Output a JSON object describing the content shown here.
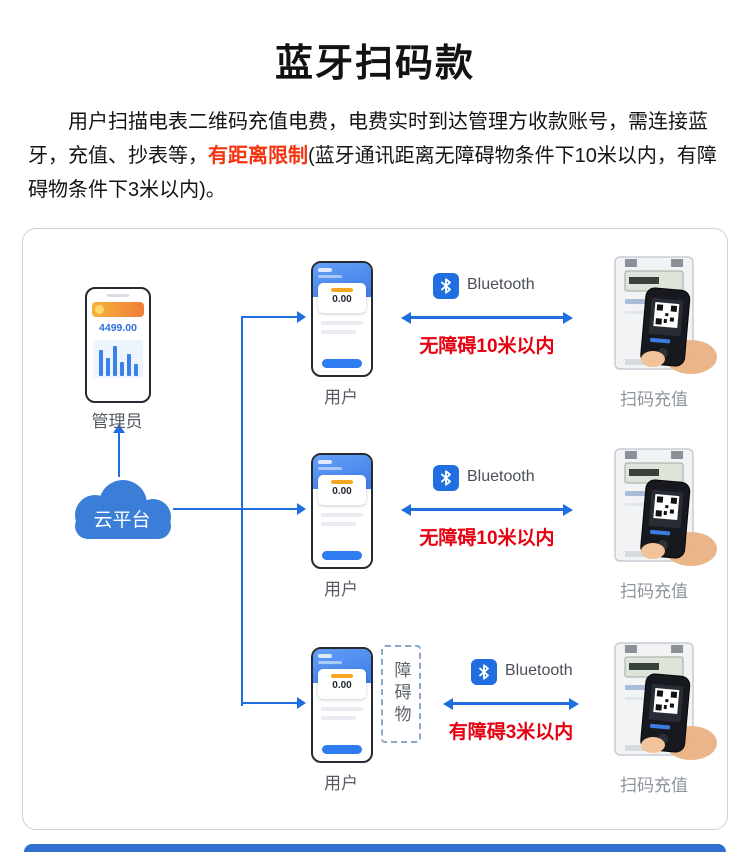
{
  "title": "蓝牙扫码款",
  "intro": {
    "part1": "用户扫描电表二维码充值电费，电费实时到达管理方收款账号，需连接蓝牙，充值、抄表等，",
    "highlight": "有距离限制",
    "part2": "(蓝牙通讯距离无障碍物条件下10米以内，有障碍物条件下3米以内)。"
  },
  "diagram": {
    "admin_label": "管理员",
    "cloud_label": "云平台",
    "admin_phone": {
      "balance": "4499.00"
    },
    "user_phone": {
      "balance": "0.00"
    },
    "rows": [
      {
        "user_label": "用户",
        "bluetooth_label": "Bluetooth",
        "distance_label": "无障碍10米以内",
        "device_label": "扫码充值"
      },
      {
        "user_label": "用户",
        "bluetooth_label": "Bluetooth",
        "distance_label": "无障碍10米以内",
        "device_label": "扫码充值"
      },
      {
        "user_label": "用户",
        "bluetooth_label": "Bluetooth",
        "distance_label": "有障碍3米以内",
        "device_label": "扫码充值",
        "obstacle_label": "障碍物"
      }
    ]
  },
  "colors": {
    "accent-blue": "#1f6fe0",
    "cloud-blue": "#3a7ed8",
    "highlight-red": "#f5330f",
    "distance-red": "#e60012"
  }
}
